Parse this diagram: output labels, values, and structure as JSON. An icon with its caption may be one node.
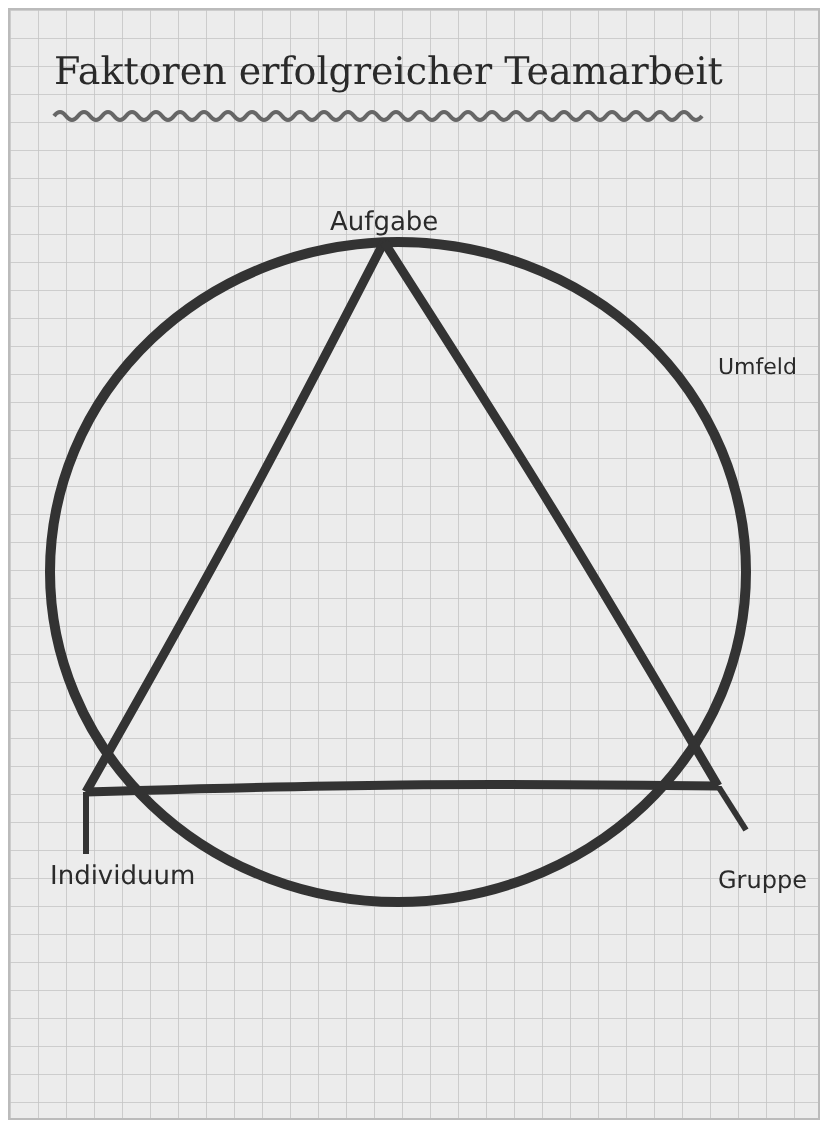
{
  "diagram": {
    "title": "Faktoren erfolgreicher Teamarbeit",
    "nodes": [
      {
        "text": [
          "Aufgabe"
        ]
      },
      {
        "text": [
          "Individuum"
        ]
      },
      {
        "text": [
          "Gruppe"
        ]
      }
    ],
    "edges": [
      {
        "from": 0,
        "to": 1,
        "arrow": "none"
      },
      {
        "from": 0,
        "to": 2,
        "arrow": "none"
      },
      {
        "from": 1,
        "to": 2,
        "arrow": "none"
      }
    ],
    "labels": [
      "Umfeld"
    ]
  }
}
